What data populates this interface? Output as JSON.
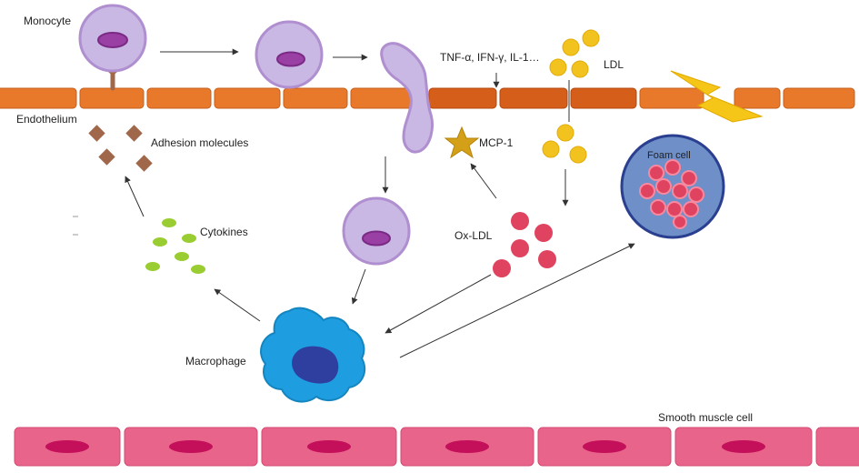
{
  "labels": {
    "monocyte": "Monocyte",
    "endothelium": "Endothelium",
    "adhesion_molecules": "Adhesion molecules",
    "cytokines": "Cytokines",
    "macrophage": "Macrophage",
    "mcp1": "MCP-1",
    "ox_ldl": "Ox-LDL",
    "ldl": "LDL",
    "foam_cell": "Foam cell",
    "smooth_muscle_cell": "Smooth muscle cell",
    "inflammatory_signals": "TNF-α, IFN-γ, IL-1…"
  },
  "colors": {
    "endothelium": "#e8792b",
    "endothelium_dark": "#d45e1a",
    "monocyte_body": "#c9b8e3",
    "monocyte_outline": "#b08fd0",
    "monocyte_nucleus": "#9a3fa3",
    "adhesion": "#a0674a",
    "cytokine": "#9acd32",
    "ldl": "#f2c21e",
    "ox_ldl": "#e0435f",
    "mcp1": "#d4a017",
    "macrophage": "#1e9ee0",
    "macrophage_nucleus": "#2f3fa0",
    "foam_cell": "#6f8fc8",
    "foam_cell_outline": "#2a3f8f",
    "smooth_muscle": "#e8648a",
    "smooth_muscle_nucleus": "#c4105a",
    "lightning": "#f5c518"
  },
  "icons": [
    "receptor-icon",
    "lightning-icon",
    "star-icon"
  ]
}
